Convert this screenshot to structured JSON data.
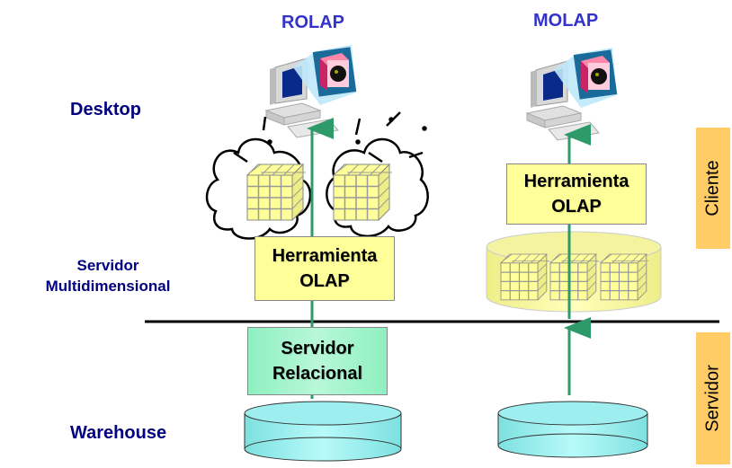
{
  "columns": {
    "rolap": {
      "title": "ROLAP"
    },
    "molap": {
      "title": "MOLAP"
    }
  },
  "tiers": {
    "desktop": "Desktop",
    "multidim_server": "Servidor\nMultidimensional",
    "warehouse": "Warehouse"
  },
  "boxes": {
    "rolap_olap_tool": "Herramienta\nOLAP",
    "rolap_relational_server": "Servidor\nRelacional",
    "molap_olap_tool": "Herramienta\nOLAP"
  },
  "side_labels": {
    "client": "Cliente",
    "server": "Servidor"
  },
  "colors": {
    "title": "#3333cc",
    "tier_label": "#000080",
    "olap_box": "#ffff99",
    "relational_box": "#a8f4cc",
    "side_band": "#ffcc66",
    "arrow": "#2e9a6a",
    "database": "#99eeee",
    "cube": "#ffff99"
  }
}
